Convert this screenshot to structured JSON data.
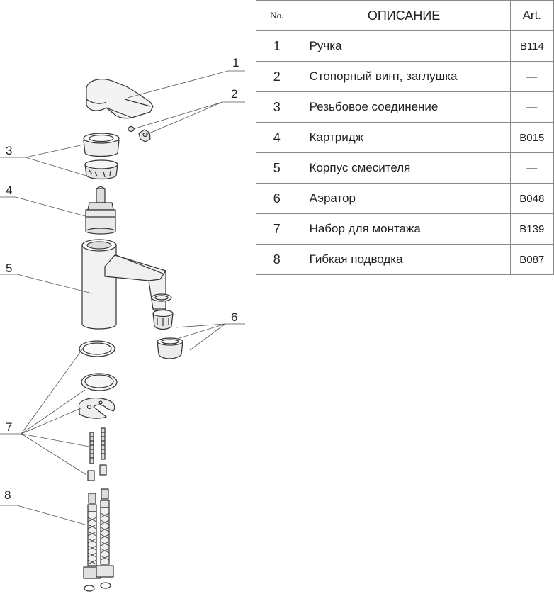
{
  "table": {
    "headers": {
      "no": "No.",
      "description": "ОПИСАНИЕ",
      "art": "Art."
    },
    "rows": [
      {
        "no": "1",
        "description": "Ручка",
        "art": "B114"
      },
      {
        "no": "2",
        "description": "Стопорный винт, заглушка",
        "art": "—"
      },
      {
        "no": "3",
        "description": "Резьбовое соединение",
        "art": "—"
      },
      {
        "no": "4",
        "description": "Картридж",
        "art": "B015"
      },
      {
        "no": "5",
        "description": "Корпус смесителя",
        "art": "—"
      },
      {
        "no": "6",
        "description": "Аэратор",
        "art": "B048"
      },
      {
        "no": "7",
        "description": "Набор для монтажа",
        "art": "B139"
      },
      {
        "no": "8",
        "description": "Гибкая подводка",
        "art": "B087"
      }
    ]
  },
  "callouts": [
    "1",
    "2",
    "3",
    "4",
    "5",
    "6",
    "7",
    "8"
  ]
}
